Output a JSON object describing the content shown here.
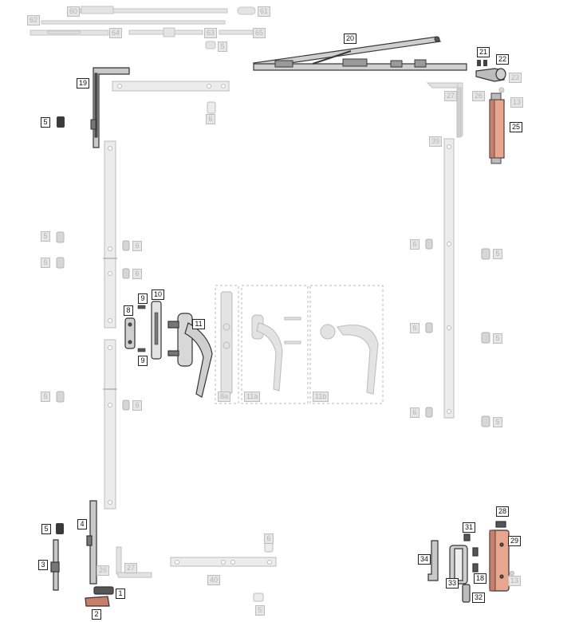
{
  "labels": {
    "l1": "1",
    "l2": "2",
    "l3": "3",
    "l4": "4",
    "l5": "5",
    "l6": "6",
    "l8": "8",
    "l8a": "8a",
    "l9": "9",
    "l10": "10",
    "l11": "11",
    "l11a": "11a",
    "l11b": "11b",
    "l13": "13",
    "l18": "18",
    "l19": "19",
    "l20": "20",
    "l21": "21",
    "l22": "22",
    "l23": "23",
    "l25": "25",
    "l26": "26",
    "l27": "27",
    "l28": "28",
    "l29": "29",
    "l31": "31",
    "l32": "32",
    "l33": "33",
    "l34": "34",
    "l39": "39",
    "l40": "40",
    "l60": "60",
    "l61": "61",
    "l62": "62",
    "l63": "63",
    "l64": "64",
    "l65": "65"
  },
  "colors": {
    "metal_dark": "#3a3a3a",
    "metal_light": "#c8c8c8",
    "highlight_copper": "#e8a590",
    "label_border": "#222222",
    "label_inactive": "#bdbdbd"
  }
}
